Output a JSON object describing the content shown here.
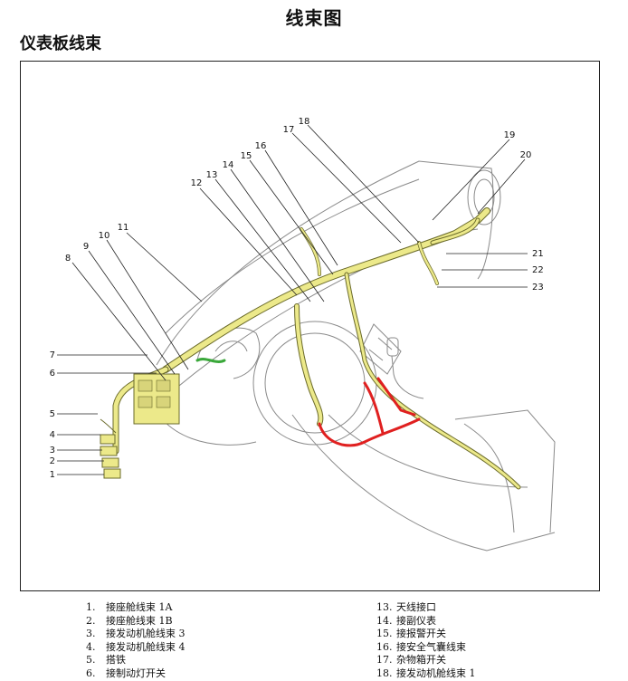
{
  "header": {
    "title": "线束图",
    "subtitle": "仪表板线束"
  },
  "colors": {
    "harness": "#ece98a",
    "harness_outline": "#6a6a2a",
    "highlight_red": "#e02020",
    "highlight_green": "#3aa83a",
    "line": "#222222",
    "ghost": "#8a8a8a"
  },
  "callouts": [
    "1",
    "2",
    "3",
    "4",
    "5",
    "6",
    "7",
    "8",
    "9",
    "10",
    "11",
    "12",
    "13",
    "14",
    "15",
    "16",
    "17",
    "18",
    "19",
    "20",
    "21",
    "22",
    "23"
  ],
  "legend": {
    "left": [
      {
        "num": "1.",
        "text": "接座舱线束 1A"
      },
      {
        "num": "2.",
        "text": "接座舱线束 1B"
      },
      {
        "num": "3.",
        "text": "接发动机舱线束 3"
      },
      {
        "num": "4.",
        "text": "接发动机舱线束 4"
      },
      {
        "num": "5.",
        "text": "搭铁"
      },
      {
        "num": "6.",
        "text": "接制动灯开关"
      }
    ],
    "right": [
      {
        "num": "13.",
        "text": "天线接口"
      },
      {
        "num": "14.",
        "text": "接副仪表"
      },
      {
        "num": "15.",
        "text": "接报警开关"
      },
      {
        "num": "16.",
        "text": "接安全气囊线束"
      },
      {
        "num": "17.",
        "text": "杂物箱开关"
      },
      {
        "num": "18.",
        "text": "接发动机舱线束 1"
      }
    ]
  }
}
